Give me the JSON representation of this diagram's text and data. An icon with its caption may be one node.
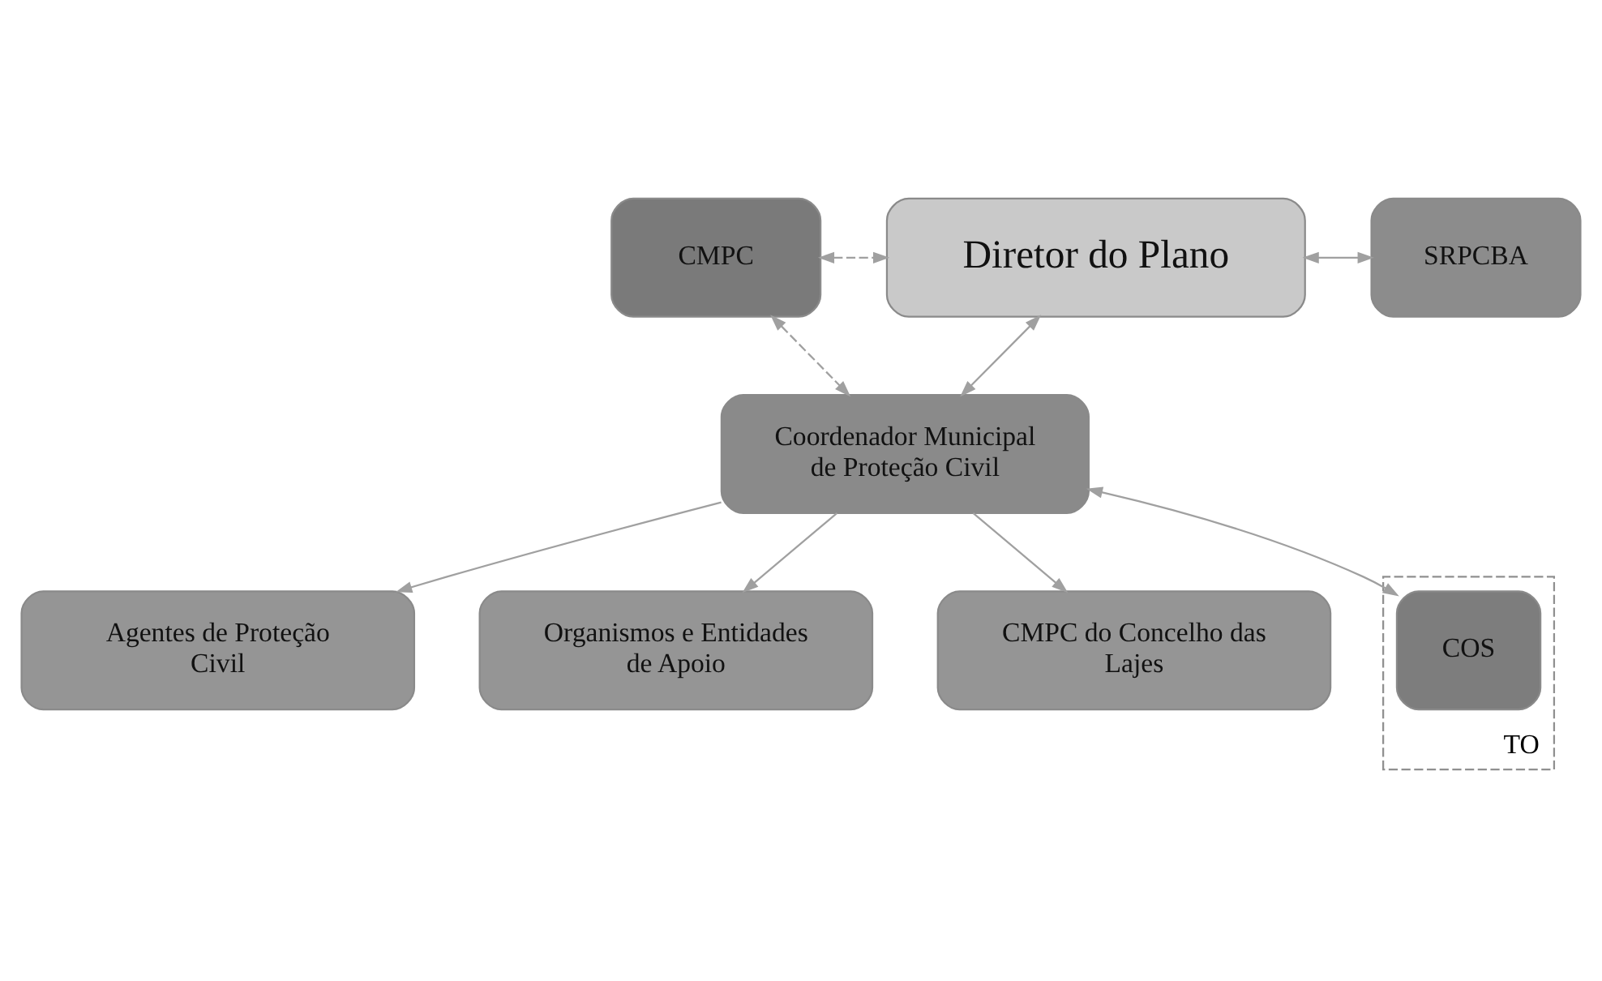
{
  "diagram": {
    "nodes": [
      {
        "text": [
          "Diretor do Plano"
        ]
      },
      {
        "text": [
          "SRPCBA"
        ]
      },
      {
        "text": [
          "CMPC"
        ]
      },
      {
        "text": [
          "Coordenador Municipal de Proteção Civil"
        ]
      },
      {
        "text": [
          "Agentes de Proteção Civil"
        ]
      },
      {
        "text": [
          "Organismos e Entidades de Apoio"
        ]
      },
      {
        "text": [
          "CMPC do Concelho das Lajes"
        ]
      },
      {
        "text": [
          "TO"
        ]
      },
      {
        "text": [
          "COS"
        ],
        "in": 7
      }
    ],
    "edges": [
      {
        "from": 0,
        "to": 1,
        "arrow": "both"
      },
      {
        "from": 2,
        "to": 0,
        "arrow": "both",
        "style": "dashed"
      },
      {
        "from": 2,
        "to": 3,
        "arrow": "both",
        "style": "dashed"
      },
      {
        "from": 0,
        "to": 3,
        "arrow": "both"
      },
      {
        "from": 3,
        "to": 4,
        "arrow": "to"
      },
      {
        "from": 3,
        "to": 5,
        "arrow": "to"
      },
      {
        "from": 3,
        "to": 6,
        "arrow": "to"
      },
      {
        "from": 3,
        "to": 8,
        "arrow": "both"
      }
    ]
  }
}
